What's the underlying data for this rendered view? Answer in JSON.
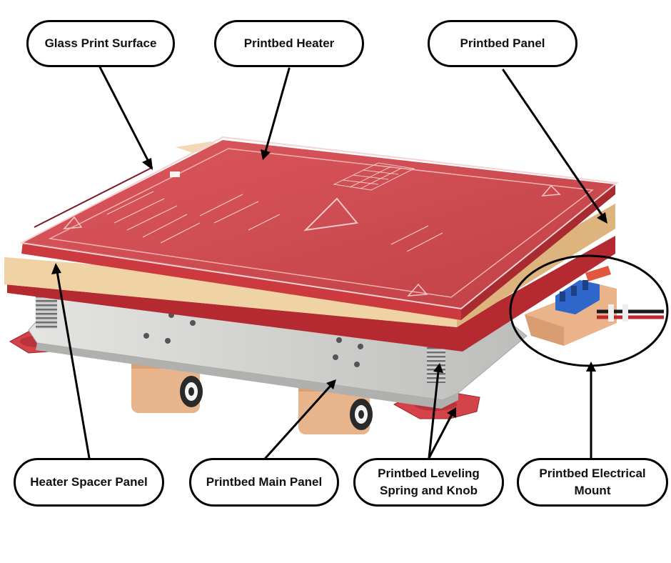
{
  "labels": {
    "glass_print_surface": "Glass Print Surface",
    "printbed_heater": "Printbed Heater",
    "printbed_panel": "Printbed Panel",
    "heater_spacer_panel": "Heater Spacer Panel",
    "printbed_main_panel": "Printbed Main Panel",
    "leveling_line1": "Printbed Leveling",
    "leveling_line2": "Spring and Knob",
    "electrical_line1": "Printbed Electrical",
    "electrical_line2": "Mount"
  },
  "colors": {
    "heater_red": "#c9333a",
    "heater_dark": "#a82127",
    "wood": "#e8c79a",
    "aluminium": "#d5d5d3",
    "knob_red": "#d6454a",
    "terminal_blue": "#2f66c9",
    "outline": "#000000"
  }
}
